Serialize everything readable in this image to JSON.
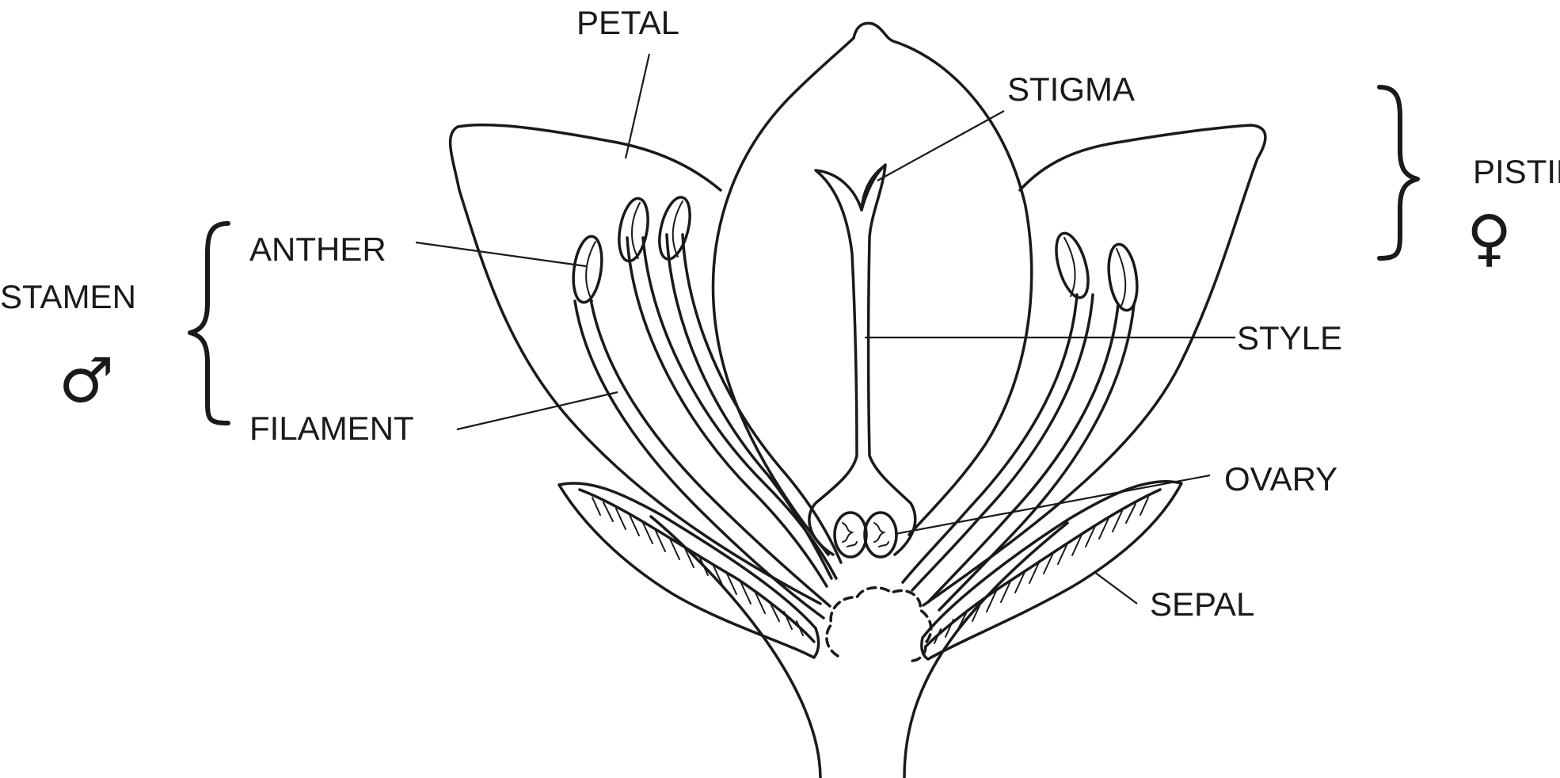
{
  "diagram": {
    "labels": {
      "petal": "PETAL",
      "stigma": "STIGMA",
      "pistil": "PISTIL",
      "anther": "ANTHER",
      "stamen": "STAMEN",
      "style": "STYLE",
      "filament": "FILAMENT",
      "ovary": "OVARY",
      "sepal": "SEPAL"
    },
    "symbols": {
      "female": "♀",
      "male": "♂"
    }
  }
}
